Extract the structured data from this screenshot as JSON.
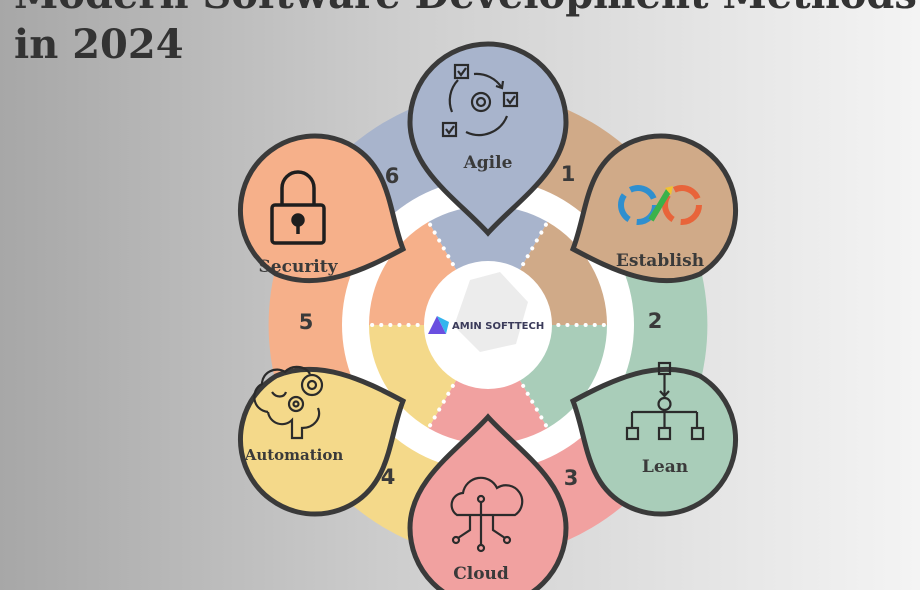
{
  "title": {
    "line1": "Modern Software Development Methods",
    "line2": "in 2024"
  },
  "brand": {
    "name": "AMIN SOFTTECH"
  },
  "methods": [
    {
      "label": "Agile",
      "number": "6",
      "icon": "agile-cycle-icon",
      "color": "#a8b4cc"
    },
    {
      "label": "Establish",
      "number": "1",
      "icon": "sync-arrows-icon",
      "color": "#d0aa88"
    },
    {
      "label": "Lean",
      "number": "2",
      "icon": "flowchart-icon",
      "color": "#a9cdb9"
    },
    {
      "label": "Cloud",
      "number": "3",
      "icon": "cloud-circuit-icon",
      "color": "#f1a1a0"
    },
    {
      "label": "Automation",
      "number": "4",
      "icon": "brain-gears-icon",
      "color": "#f4d98a"
    },
    {
      "label": "Security",
      "number": "5",
      "icon": "padlock-icon",
      "color": "#f6b08a"
    }
  ]
}
